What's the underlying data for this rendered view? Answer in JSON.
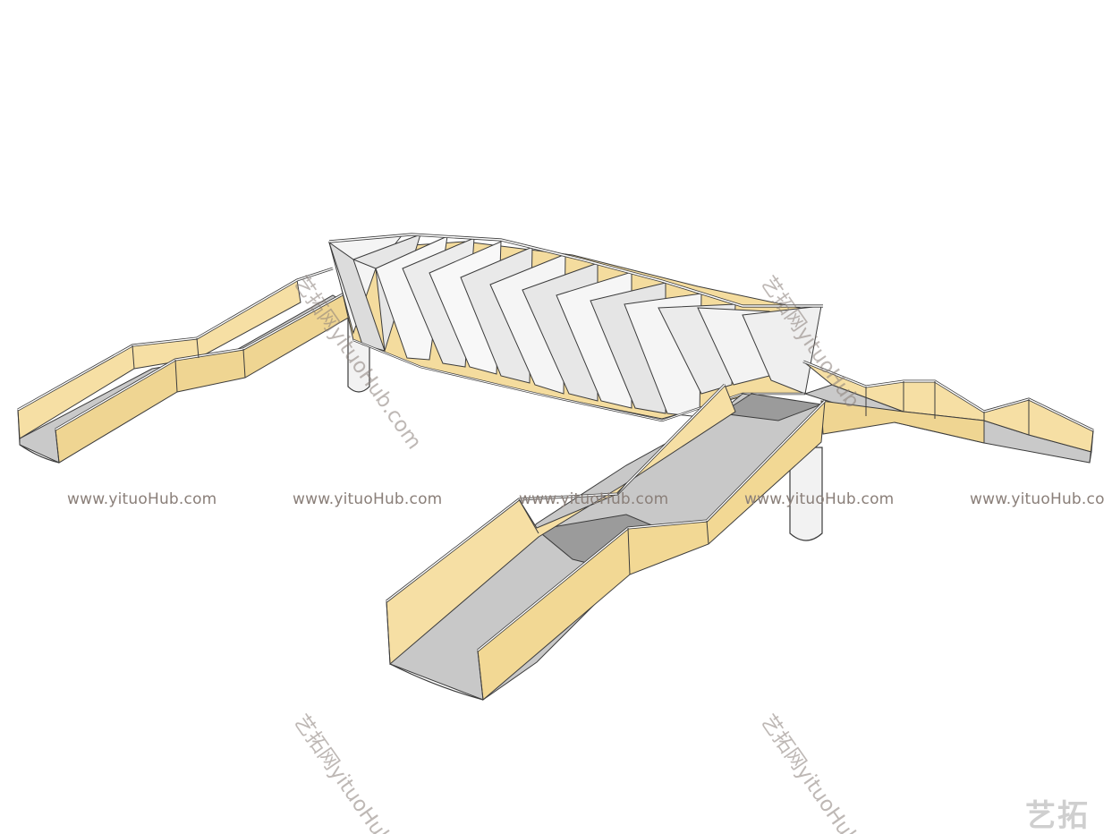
{
  "image": {
    "subject": "3D render of an enclosed pedestrian footbridge with folded triangular roof panels and zigzag ramps",
    "colors": {
      "background": "#ffffff",
      "glass": "#f6dfa4",
      "glass_dark": "#e9cf8a",
      "frame": "#ffffff",
      "outline": "#3c3c3c",
      "deck": "#c8c8c8",
      "deck_dark": "#9b9b9b",
      "roof_panel": "#f4f4f4",
      "roof_shadow": "#d6d6d6",
      "column": "#f2f2f2",
      "watermark": "#8a7f79",
      "logo": "#cfcfcf"
    }
  },
  "watermarks": {
    "url_text": "www.yituoHub.com",
    "url_text_clipped": "www.yituoHub.co",
    "diagonal_top": "艺拓网yituoHub.com",
    "diagonal_bottom": "艺拓网yituoHub",
    "logo": "艺拓"
  }
}
